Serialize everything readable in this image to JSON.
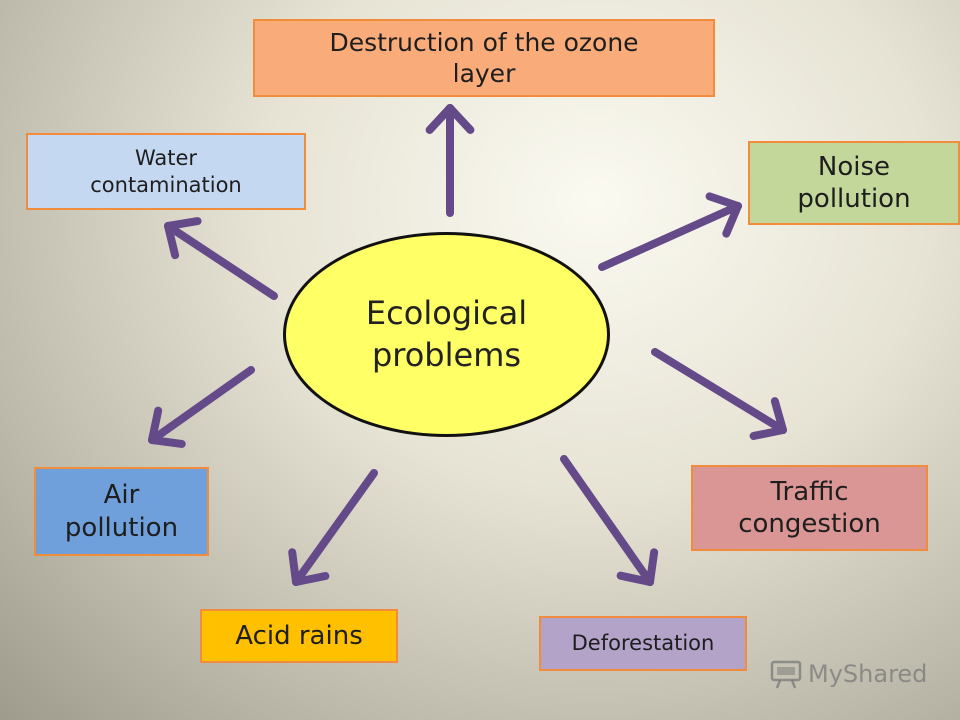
{
  "center": {
    "line1": "Ecological",
    "line2": "problems"
  },
  "nodes": {
    "ozone": {
      "line1": "Destruction of the ozone",
      "line2": "layer"
    },
    "water": {
      "line1": "Water",
      "line2": "contamination"
    },
    "noise": {
      "line1": "Noise",
      "line2": "pollution"
    },
    "traffic": {
      "line1": "Traffic",
      "line2": "congestion"
    },
    "air": {
      "line1": "Air",
      "line2": "pollution"
    },
    "acid": {
      "label": "Acid rains"
    },
    "deforestation": {
      "label": "Deforestation"
    }
  },
  "watermark": {
    "text": "MyShared"
  },
  "colors": {
    "arrow": "#654a8a",
    "border": "#f08c3c",
    "center_fill": "#ffff66",
    "ozone": "#f9ac7a",
    "water": "#c5d8f1",
    "noise": "#c3d79b",
    "traffic": "#d99694",
    "air": "#6fa0dc",
    "acid": "#ffc000",
    "deforestation": "#b3a3c9"
  }
}
